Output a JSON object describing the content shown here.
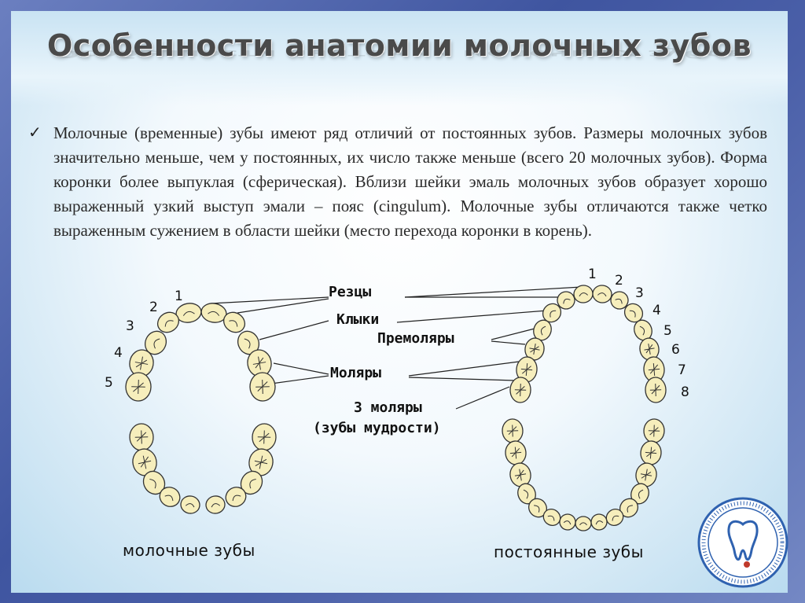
{
  "slide": {
    "title": "Особенности анатомии молочных зубов",
    "bullet_text": "Молочные (временные) зубы имеют ряд отличий от постоянных зубов. Размеры молочных зубов значительно меньше, чем у постоянных, их число также меньше (всего 20 молочных зубов). Форма коронки более выпуклая (сферическая). Вблизи шейки эмаль молочных зубов образует хорошо выраженный узкий выступ эмали – пояс (cingulum). Молочные зубы отличаются также четко выраженным сужением в области шейки (место перехода коронки в корень)."
  },
  "diagram": {
    "labels": {
      "incisors": "Резцы",
      "canines": "Клыки",
      "premolars": "Премоляры",
      "molars": "Моляры",
      "third_molars": "3 моляры",
      "wisdom_teeth": "(зубы мудрости)"
    },
    "deciduous_caption": "молочные зубы",
    "permanent_caption": "постоянные зубы",
    "deciduous_numbers": [
      "1",
      "2",
      "3",
      "4",
      "5"
    ],
    "permanent_numbers": [
      "1",
      "2",
      "3",
      "4",
      "5",
      "6",
      "7",
      "8"
    ]
  },
  "colors": {
    "tooth_fill": "#f6eebc",
    "tooth_stroke": "#333333",
    "frame": "#4a5fa8",
    "badge_blue": "#2f62b0"
  },
  "icons": {
    "bullet": "checkmark-icon",
    "badge": "university-seal-icon"
  }
}
